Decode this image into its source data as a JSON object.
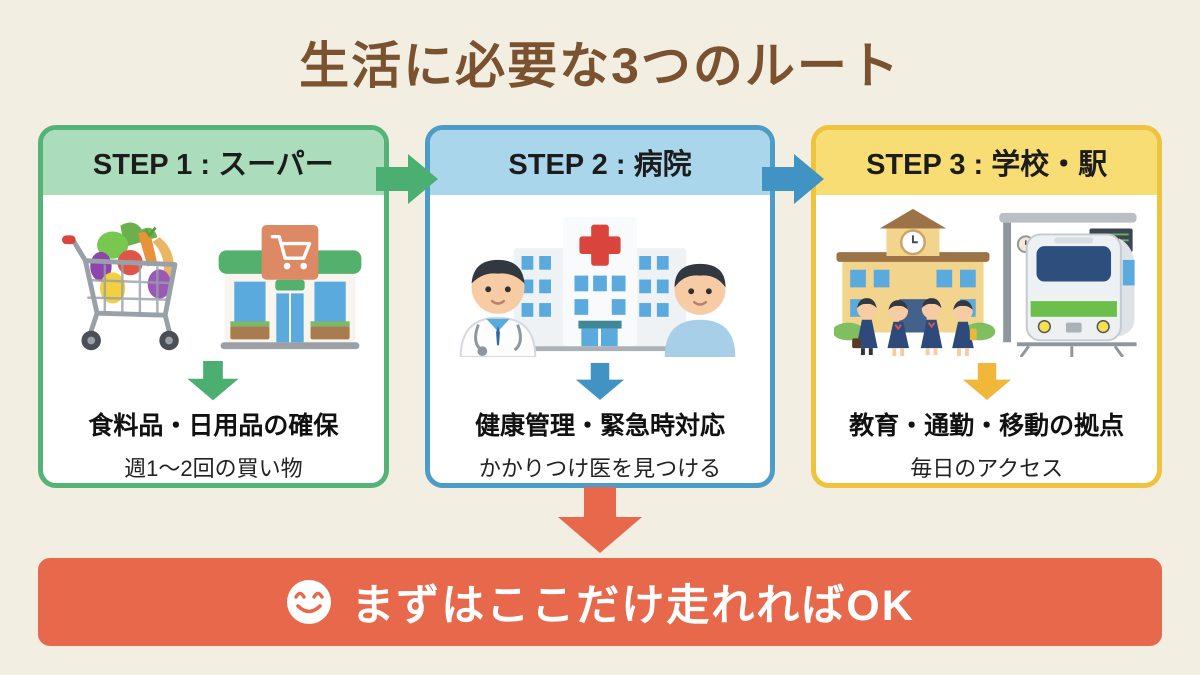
{
  "page": {
    "title": "生活に必要な3つのルート",
    "background_color": "#f2eee1",
    "title_color": "#7a5230"
  },
  "steps": [
    {
      "header": "STEP 1 : スーパー",
      "main_text": "食料品・日用品の確保",
      "sub_text": "週1〜2回の買い物",
      "accent_color": "#55b377",
      "header_bg_color": "#abdcbb",
      "icons": [
        "grocery-cart-icon",
        "supermarket-storefront-icon",
        "green-down-arrow-icon"
      ]
    },
    {
      "header": "STEP 2 : 病院",
      "main_text": "健康管理・緊急時対応",
      "sub_text": "かかりつけ医を見つける",
      "accent_color": "#4b9cc6",
      "header_bg_color": "#aad6ec",
      "icons": [
        "doctor-icon",
        "hospital-building-icon",
        "patient-icon",
        "blue-down-arrow-icon"
      ]
    },
    {
      "header": "STEP 3 : 学校・駅",
      "main_text": "教育・通勤・移動の拠点",
      "sub_text": "毎日のアクセス",
      "accent_color": "#efc33d",
      "header_bg_color": "#f8dc74",
      "icons": [
        "school-building-icon",
        "students-icon",
        "train-at-station-icon",
        "yellow-down-arrow-icon"
      ]
    }
  ],
  "flow": {
    "arrow_1_color": "#4caf72",
    "arrow_2_color": "#4193c4",
    "big_arrow_color": "#e7684a"
  },
  "banner": {
    "text": "まずはここだけ走れればOK",
    "background_color": "#e7684a",
    "icon": "smiling-face-icon"
  }
}
